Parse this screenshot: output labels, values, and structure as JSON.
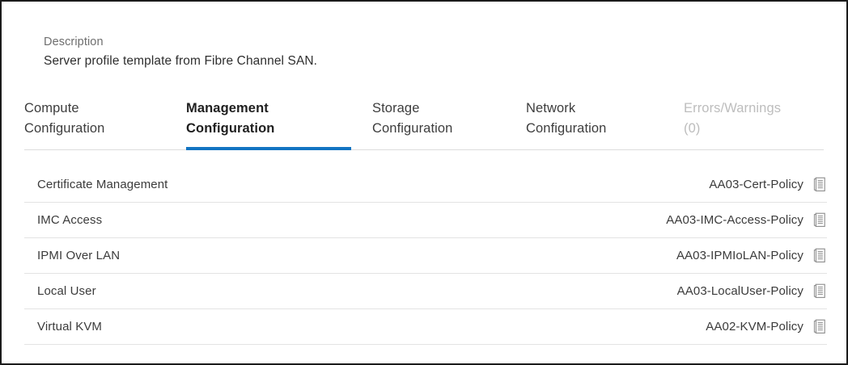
{
  "description": {
    "label": "Description",
    "value": "Server profile template from Fibre Channel SAN."
  },
  "tabs": {
    "active_index": 1,
    "accent_color": "#1274c2",
    "items": [
      {
        "label": "Compute\nConfiguration",
        "state": "default"
      },
      {
        "label": "Management\nConfiguration",
        "state": "active"
      },
      {
        "label": "Storage\nConfiguration",
        "state": "default"
      },
      {
        "label": "Network\nConfiguration",
        "state": "default"
      },
      {
        "label": "Errors/Warnings\n(0)",
        "state": "muted"
      }
    ]
  },
  "policy_table": {
    "icon": "document-policy-icon",
    "rows": [
      {
        "name": "Certificate Management",
        "value": "AA03-Cert-Policy"
      },
      {
        "name": "IMC Access",
        "value": "AA03-IMC-Access-Policy"
      },
      {
        "name": "IPMI Over LAN",
        "value": "AA03-IPMIoLAN-Policy"
      },
      {
        "name": "Local User",
        "value": "AA03-LocalUser-Policy"
      },
      {
        "name": "Virtual KVM",
        "value": "AA02-KVM-Policy"
      }
    ]
  }
}
